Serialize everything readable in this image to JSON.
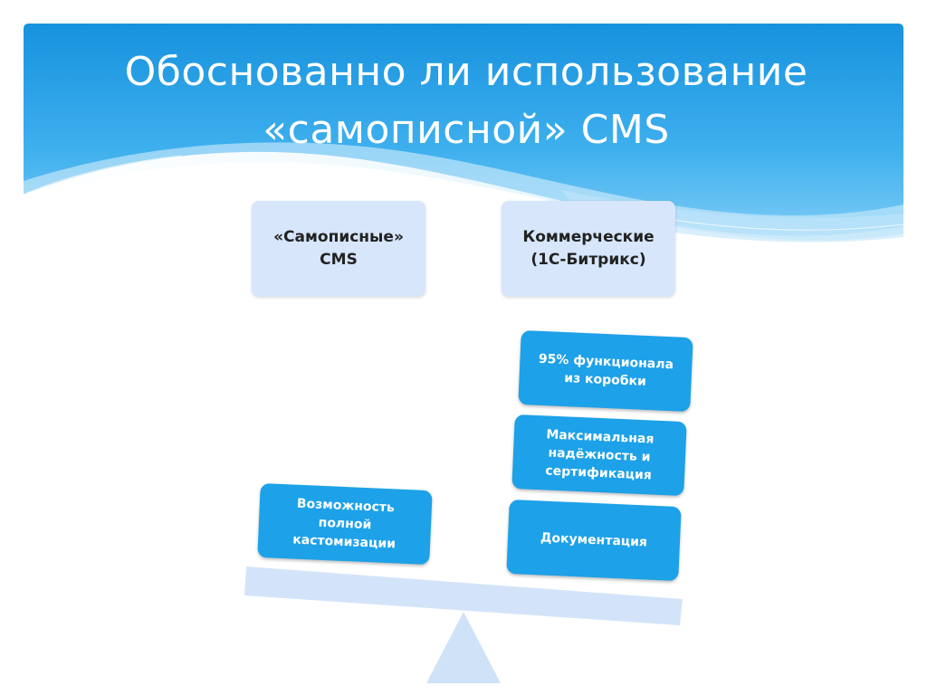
{
  "slide": {
    "title_line1": "Обоснованно ли использование",
    "title_line2": "«самописной» CMS"
  },
  "columns": {
    "left": {
      "line1": "«Самописные»",
      "line2": "CMS"
    },
    "right": {
      "line1": "Коммерческие",
      "line2": "(1С-Битрикс)"
    }
  },
  "left_pan": {
    "items": [
      {
        "line1": "Возможность",
        "line2": "полной",
        "line3": "кастомизации"
      }
    ]
  },
  "right_pan": {
    "items": [
      {
        "line1": "95% функционала",
        "line2": "из коробки"
      },
      {
        "line1": "Максимальная",
        "line2": "надёжность и",
        "line3": "сертификация"
      },
      {
        "line1": "Документация"
      }
    ]
  },
  "colors": {
    "header_blue": "#1b9ee6",
    "header_light": "#8ed0f6",
    "top_box_fill": "#d7e6fb",
    "item_blue": "#1da1e8",
    "beam_fill": "#d3e4fa",
    "fulcrum_fill": "#cfe2f8"
  }
}
